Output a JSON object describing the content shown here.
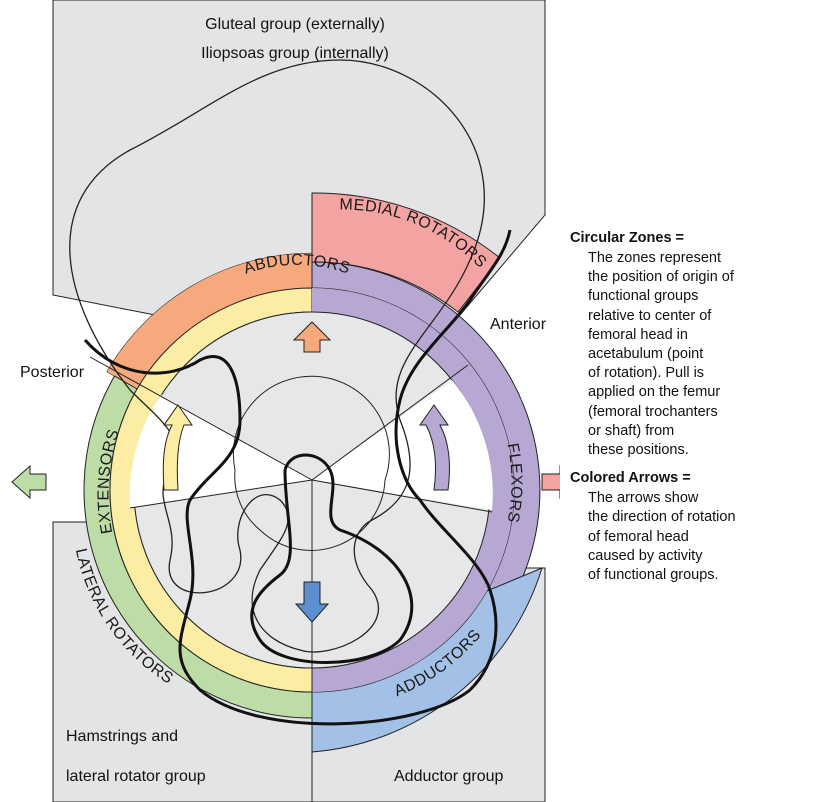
{
  "labels": {
    "top_line1": "Gluteal group (externally)",
    "top_line2": "Iliopsoas group (internally)",
    "anterior": "Anterior",
    "posterior": "Posterior",
    "bottom_left_line1": "Hamstrings and",
    "bottom_left_line2": "lateral rotator group",
    "bottom_right": "Adductor group"
  },
  "zones": {
    "abductors": "ABDUCTORS",
    "medial_rotators": "MEDIAL ROTATORS",
    "flexors": "FLEXORS",
    "adductors": "ADDUCTORS",
    "lateral_rotators": "LATERAL ROTATORS",
    "extensors": "EXTENSORS"
  },
  "legend": {
    "circular_zones": {
      "heading": "Circular Zones =",
      "lines": [
        "The zones represent",
        "the position of origin of",
        "functional groups",
        "relative to center of",
        "femoral head in",
        "acetabulum (point",
        "of rotation). Pull is",
        "applied on the femur",
        "(femoral trochanters",
        "or shaft) from",
        "these positions."
      ]
    },
    "colored_arrows": {
      "heading": "Colored Arrows =",
      "lines": [
        "The arrows show",
        "the direction of rotation",
        "of femoral head",
        "caused by activity",
        "of functional groups."
      ]
    }
  },
  "colors": {
    "abductors": "#f6a97c",
    "medial_rotators": "#f4a3a3",
    "flexors": "#b6a7d3",
    "adductors": "#a3c1e6",
    "lateral_rotators": "#bedca6",
    "extensors": "#fbeea4",
    "background_gray": "#e3e4e6",
    "inner_gray": "#e6e7e9"
  }
}
